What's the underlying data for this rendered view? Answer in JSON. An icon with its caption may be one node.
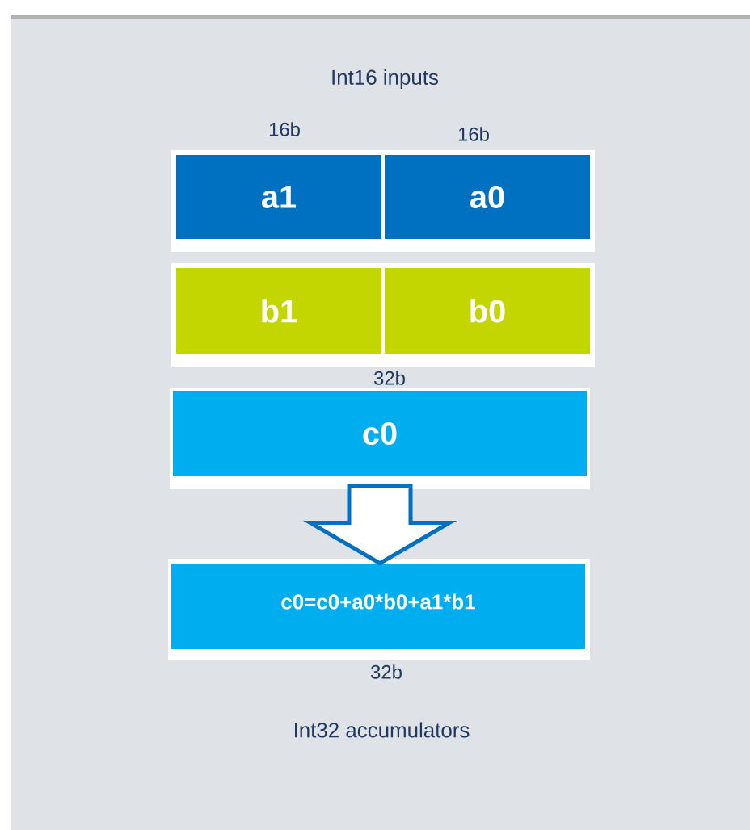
{
  "diagram": {
    "nodes": [
      {
        "text": [
          "a1"
        ]
      },
      {
        "text": [
          "a0"
        ]
      },
      {
        "text": [
          "b1"
        ]
      },
      {
        "text": [
          "b0"
        ]
      },
      {
        "text": [
          "c0"
        ]
      },
      {
        "text": [
          "c0=c0+a0*b0+a1*b1"
        ]
      }
    ],
    "edges": [
      {
        "from": 4,
        "to": 5,
        "arrow": "to"
      }
    ],
    "labels": [
      "Int16 inputs",
      "16b",
      "16b",
      "32b",
      "32b",
      "Int32 accumulators"
    ]
  }
}
